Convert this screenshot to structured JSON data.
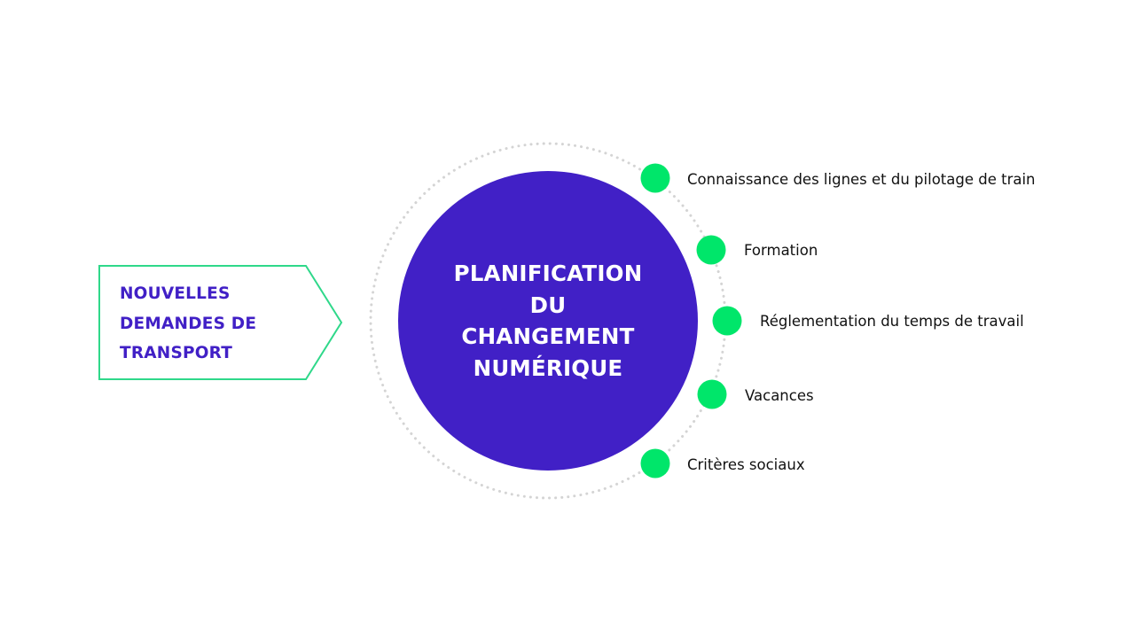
{
  "input_block": {
    "lines": [
      "NOUVELLES",
      "DEMANDES DE",
      "TRANSPORT"
    ]
  },
  "center": {
    "lines": [
      "PLANIFICATION",
      "DU",
      "CHANGEMENT",
      "NUMÉRIQUE"
    ]
  },
  "factors": [
    {
      "label": "Connaissance des lignes et du pilotage de train"
    },
    {
      "label": "Formation"
    },
    {
      "label": "Réglementation du temps de travail"
    },
    {
      "label": "Vacances"
    },
    {
      "label": "Critères sociaux"
    }
  ],
  "colors": {
    "primary": "#4120C6",
    "accent_green": "#00E66A",
    "outline_green": "#2FD88A",
    "ring_dots": "#D4D4D4",
    "text": "#111111"
  }
}
